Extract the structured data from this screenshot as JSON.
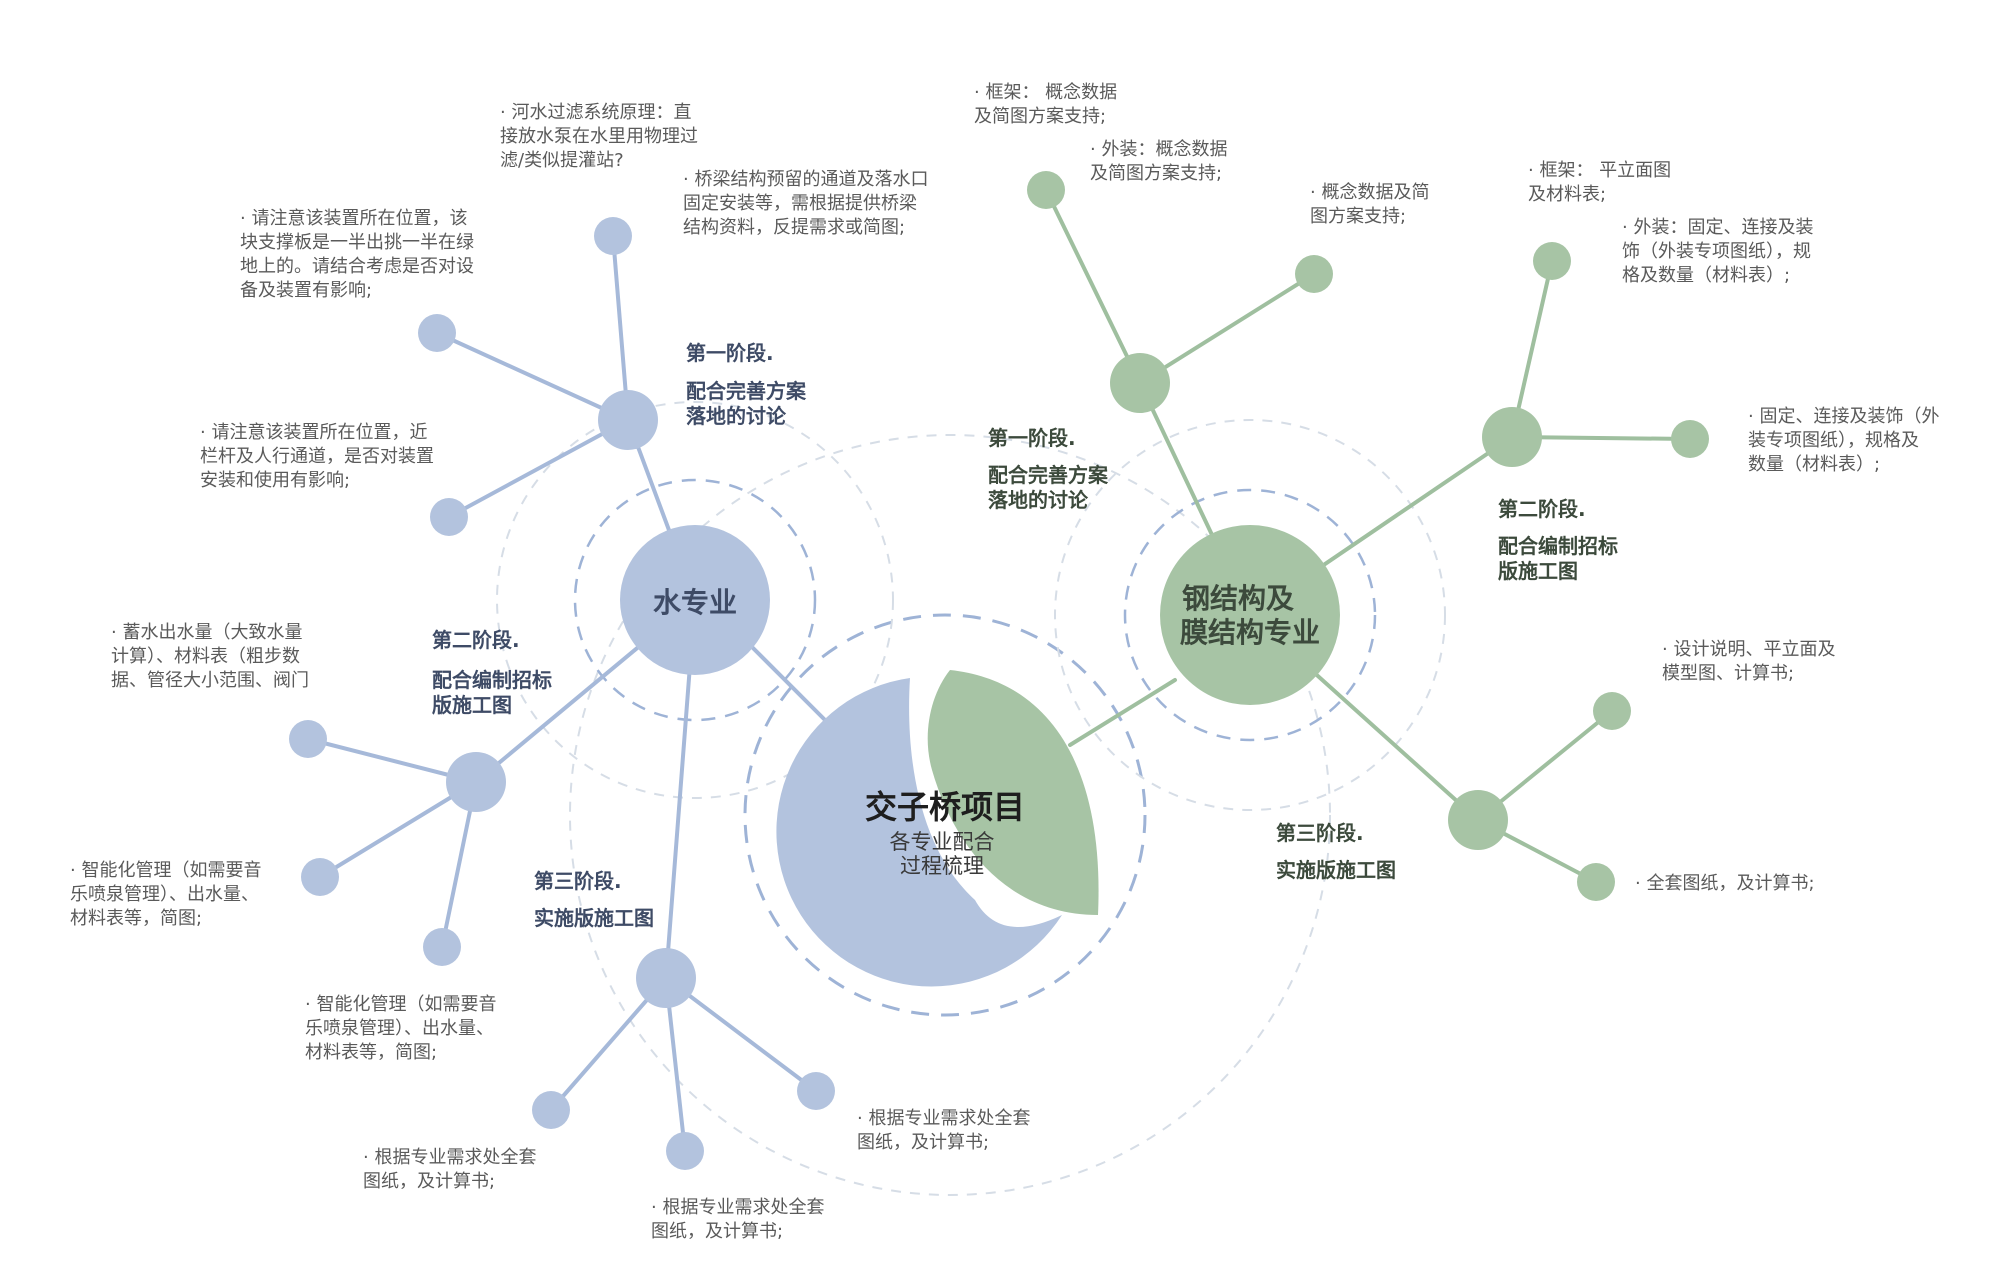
{
  "colors": {
    "blue": "#b3c3de",
    "green": "#a7c4a5",
    "blue_line": "#a6b9d9",
    "green_line": "#9fbf9f",
    "dashed_blue": "#9eb3d6",
    "dashed_light": "#d6dde6",
    "blue_text": "#3e4b66",
    "green_text": "#3c4a3c"
  },
  "center": {
    "title": "交子桥项目",
    "subtitle_lines": [
      "各专业配合",
      "过程梳理"
    ]
  },
  "water": {
    "label": "水专业",
    "stage1": {
      "title": "第一阶段.",
      "desc_lines": [
        "配合完善方案",
        "落地的讨论"
      ],
      "notes": [
        [
          "· 河水过滤系统原理：直",
          "接放水泵在水里用物理过",
          "滤/类似提灌站?"
        ],
        [
          "· 桥梁结构预留的通道及落水口",
          "固定安装等，需根据提供桥梁",
          "结构资料，反提需求或简图;"
        ],
        [
          "· 请注意该装置所在位置，该",
          "块支撑板是一半出挑一半在绿",
          "地上的。请结合考虑是否对设",
          "备及装置有影响;"
        ],
        [
          "· 请注意该装置所在位置，近",
          "栏杆及人行通道，是否对装置",
          "安装和使用有影响;"
        ]
      ]
    },
    "stage2": {
      "title": "第二阶段.",
      "desc_lines": [
        "配合编制招标",
        "版施工图"
      ],
      "notes": [
        [
          "· 蓄水出水量（大致水量",
          "计算）、材料表（粗步数",
          "据、管径大小范围、阀门"
        ],
        [
          "· 智能化管理（如需要音",
          "乐喷泉管理）、出水量、",
          "材料表等，简图;"
        ],
        [
          "· 智能化管理（如需要音",
          "乐喷泉管理）、出水量、",
          "材料表等，简图;"
        ]
      ]
    },
    "stage3": {
      "title": "第三阶段.",
      "desc_lines": [
        "实施版施工图"
      ],
      "notes": [
        [
          "· 根据专业需求处全套",
          "图纸，及计算书;"
        ],
        [
          "· 根据专业需求处全套",
          "图纸，及计算书;"
        ],
        [
          "· 根据专业需求处全套",
          "图纸，及计算书;"
        ]
      ]
    }
  },
  "steel": {
    "label_lines": [
      "钢结构及",
      "膜结构专业"
    ],
    "stage1": {
      "title": "第一阶段.",
      "desc_lines": [
        "配合完善方案",
        "落地的讨论"
      ],
      "notes": [
        [
          "· 框架：  概念数据",
          "及简图方案支持;"
        ],
        [
          "· 外装：概念数据",
          "及简图方案支持;"
        ],
        [
          "· 概念数据及简",
          "图方案支持;"
        ]
      ]
    },
    "stage2": {
      "title": "第二阶段.",
      "desc_lines": [
        "配合编制招标",
        "版施工图"
      ],
      "notes": [
        [
          "· 框架：  平立面图",
          "及材料表;"
        ],
        [
          "· 外装：固定、连接及装",
          "饰（外装专项图纸），规",
          "格及数量（材料表）;"
        ],
        [
          "· 固定、连接及装饰（外",
          "装专项图纸），规格及",
          "数量（材料表）;"
        ]
      ]
    },
    "stage3": {
      "title": "第三阶段.",
      "desc_lines": [
        "实施版施工图"
      ],
      "notes": [
        [
          "· 设计说明、平立面及",
          "模型图、计算书;"
        ],
        [
          "· 全套图纸，及计算书;"
        ]
      ]
    }
  }
}
